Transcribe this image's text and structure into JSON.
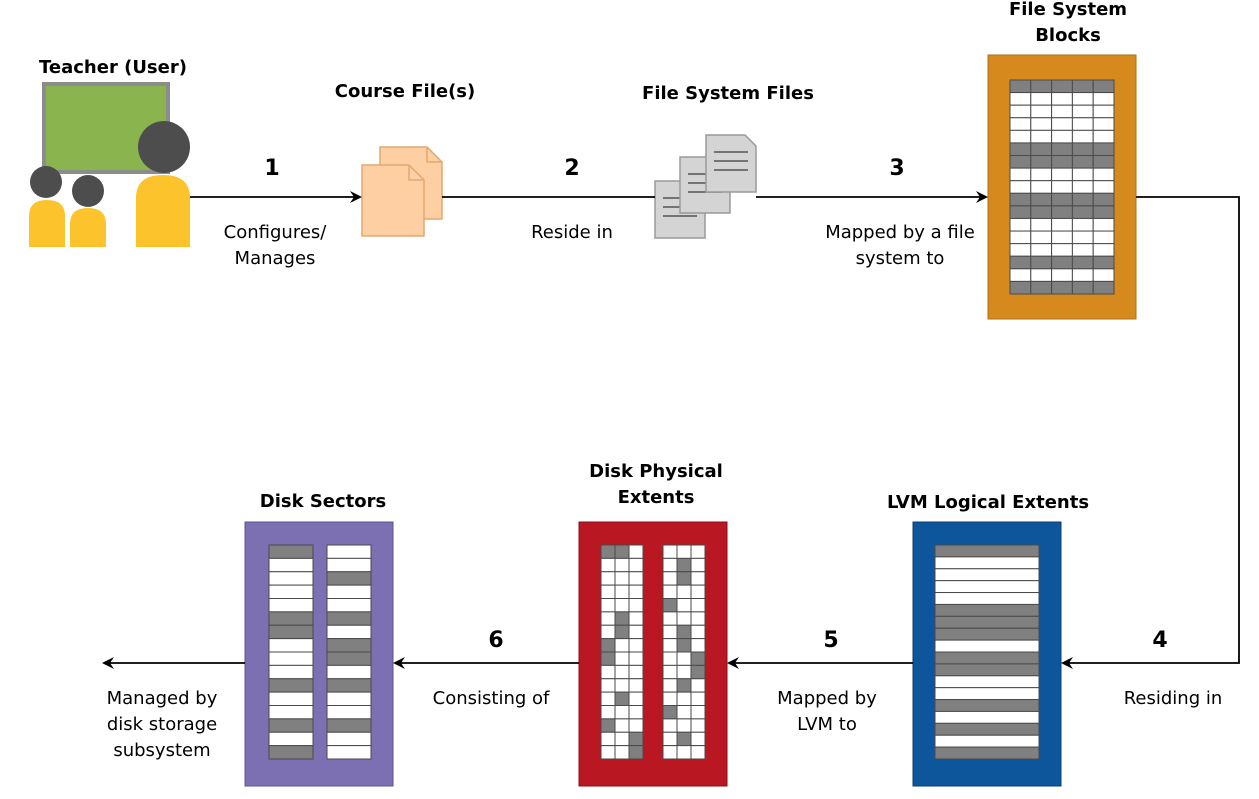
{
  "nodes": {
    "teacher": "Teacher (User)",
    "course_files": "Course File(s)",
    "fs_files": "File System Files",
    "fs_blocks": "File System\nBlocks",
    "lvm_extents": "LVM Logical Extents",
    "disk_physical": "Disk Physical\nExtents",
    "disk_sectors": "Disk Sectors"
  },
  "edges": [
    {
      "step": "1",
      "label": "Configures/\nManages"
    },
    {
      "step": "2",
      "label": "Reside in"
    },
    {
      "step": "3",
      "label": "Mapped by a file\nsystem to"
    },
    {
      "step": "4",
      "label": "Residing in"
    },
    {
      "step": "5",
      "label": "Mapped by\nLVM to"
    },
    {
      "step": "6",
      "label": "Consisting of"
    },
    {
      "step": "",
      "label": "Managed by\ndisk storage\nsubsystem"
    }
  ],
  "colors": {
    "board": "#8ab54e",
    "board_frame": "#8c8c8c",
    "person_body": "#fcc32c",
    "person_head": "#4d4d4d",
    "doc_fill": "#fdcfa2",
    "doc_stroke": "#e2a872",
    "paper_fill": "#d4d4d4",
    "fs_blocks": "#d68a1d",
    "lvm": "#0d569c",
    "disk_physical": "#b91722",
    "disk_sectors": "#7c6fb2",
    "cell_gray": "#808080"
  }
}
